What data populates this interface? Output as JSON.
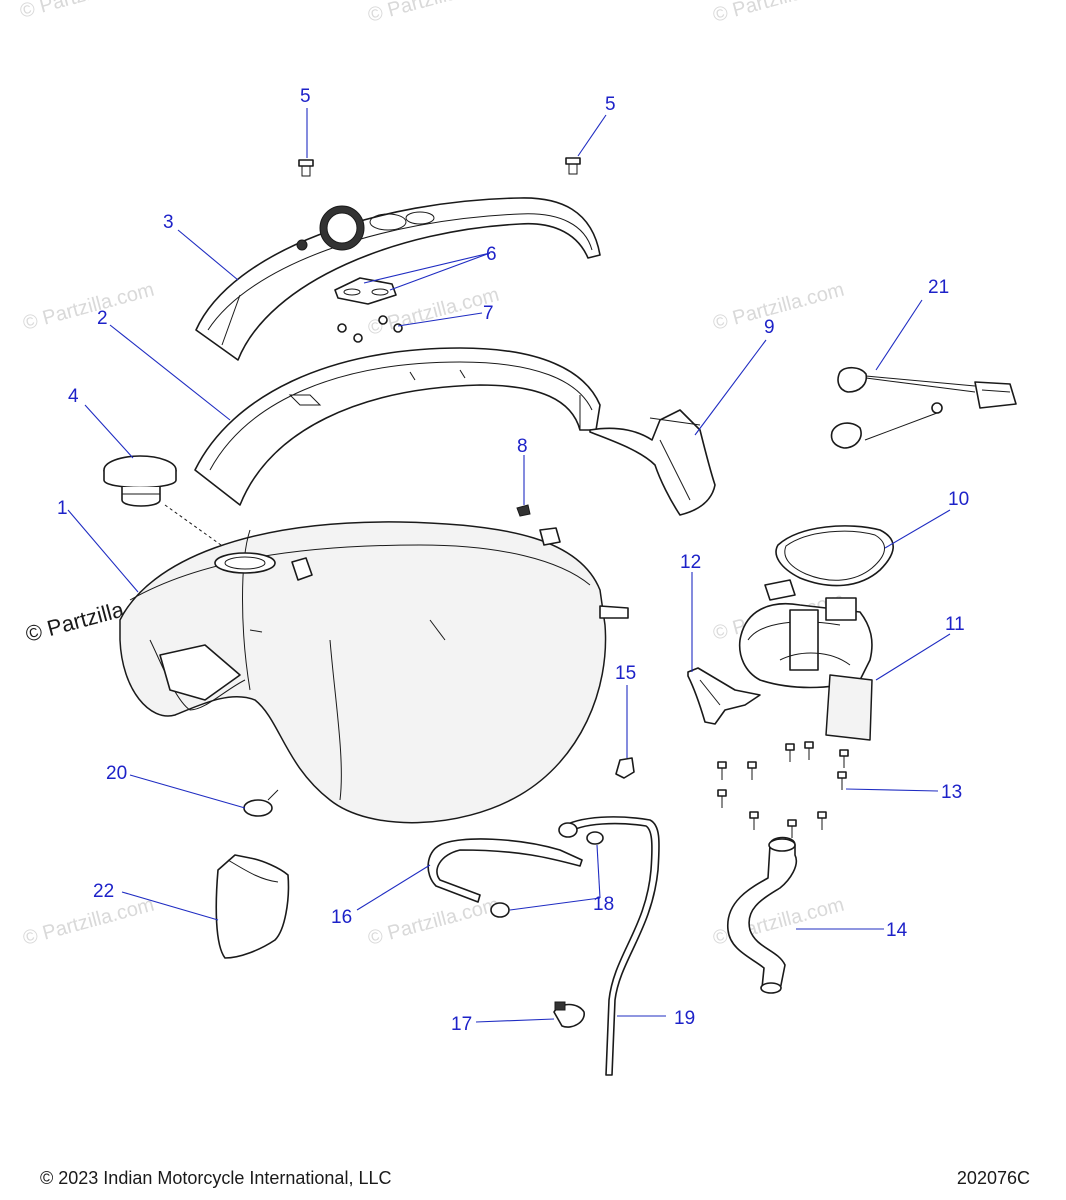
{
  "watermark": {
    "small": "© Partzilla.com",
    "big": "© Partzilla.com"
  },
  "callouts": {
    "c1": "1",
    "c2": "2",
    "c3": "3",
    "c4": "4",
    "c5a": "5",
    "c5b": "5",
    "c6": "6",
    "c7": "7",
    "c8": "8",
    "c9": "9",
    "c10": "10",
    "c11": "11",
    "c12": "12",
    "c13": "13",
    "c14": "14",
    "c15": "15",
    "c16": "16",
    "c17": "17",
    "c18": "18",
    "c19": "19",
    "c20": "20",
    "c21": "21",
    "c22": "22"
  },
  "footer": {
    "copyright": "© 2023 Indian Motorcycle International, LLC",
    "drawing_code": "202076C"
  },
  "colors": {
    "callout_blue": "#1d22c8",
    "line": "#1a1a1a",
    "watermark_grey": "#d9d9d9"
  }
}
